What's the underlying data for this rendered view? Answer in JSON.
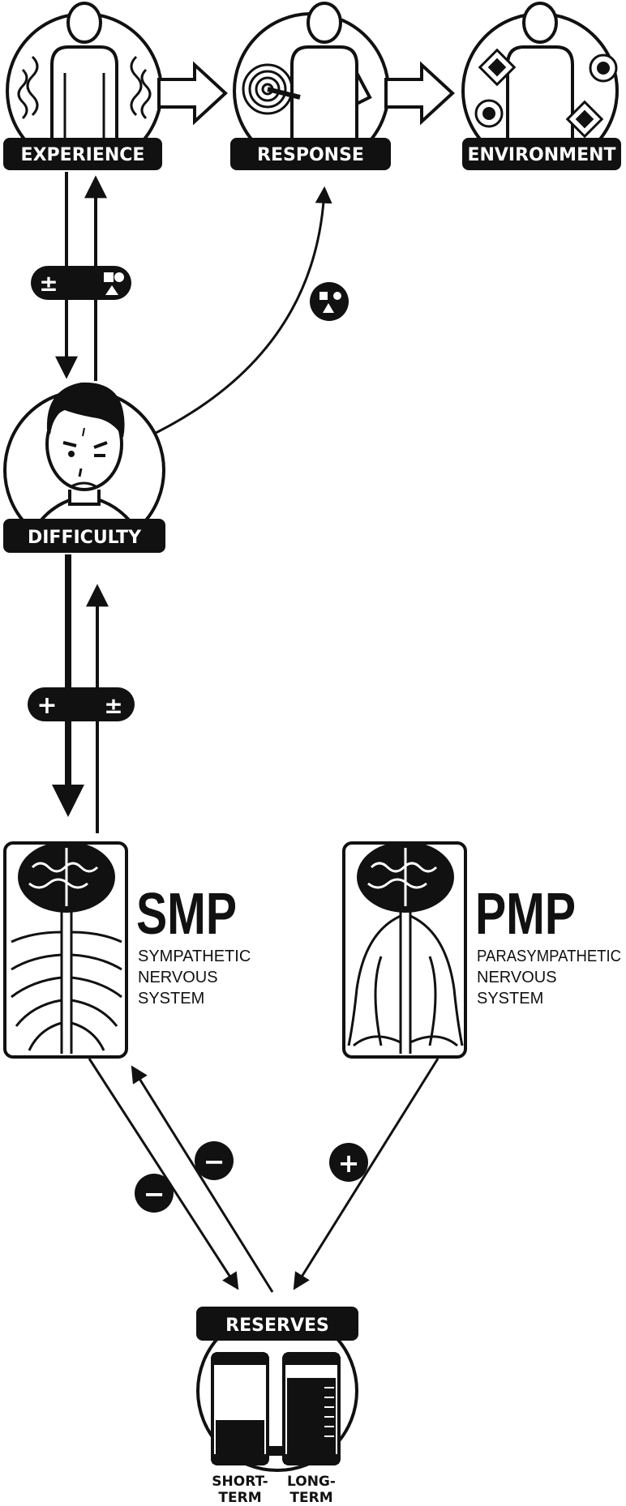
{
  "nodes": {
    "experience": {
      "label": "EXPERIENCE"
    },
    "response": {
      "label": "RESPONSE"
    },
    "environment": {
      "label": "ENVIRONMENT"
    },
    "difficulty": {
      "label": "DIFFICULTY"
    },
    "smp": {
      "abbr": "SMP",
      "line1": "SYMPATHETIC",
      "line2": "NERVOUS",
      "line3": "SYSTEM"
    },
    "pmp": {
      "abbr": "PMP",
      "line1": "PARASYMPATHETIC",
      "line2": "NERVOUS",
      "line3": "SYSTEM"
    },
    "reserves": {
      "label": "RESERVES",
      "short1": "SHORT-",
      "short2": "TERM",
      "long1": "LONG-",
      "long2": "TERM"
    }
  },
  "badges": {
    "exp_down": "±",
    "diff_down": "+",
    "diff_up": "±",
    "smp_res_down": "−",
    "smp_res_up": "−",
    "pmp_res": "+"
  },
  "colors": {
    "ink": "#111111",
    "paper": "#ffffff"
  }
}
